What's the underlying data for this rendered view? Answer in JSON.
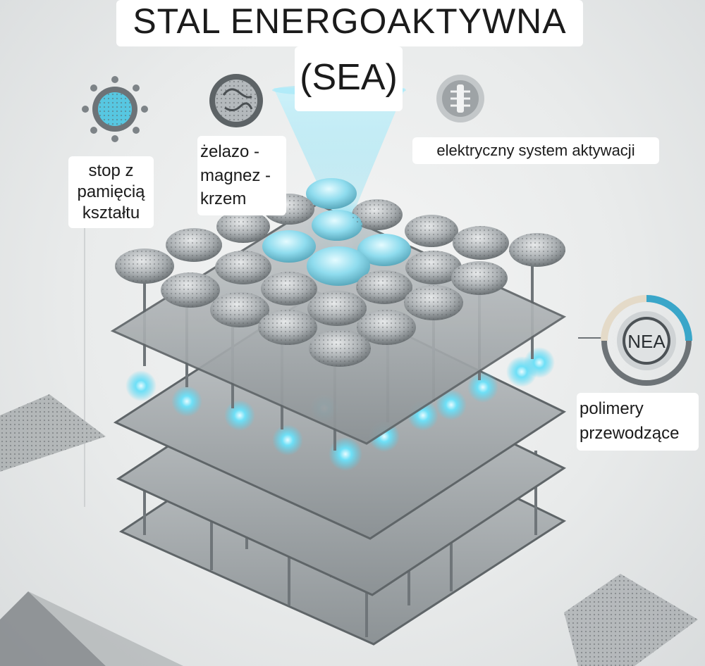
{
  "title": {
    "line1": "STAL ENERGOAKTYWNA",
    "line2": "(SEA)"
  },
  "labels": {
    "shape_memory": "stop z pamięcią kształtu",
    "alloy": "żelazo - magnez - krzem",
    "activation": "elektryczny system aktywacji",
    "polymers": "polimery przewodzące"
  },
  "gauge": {
    "text": "NEA"
  },
  "icons": [
    "sphere-alloy-icon",
    "sphere-mesh-icon",
    "electric-component-icon"
  ],
  "colors": {
    "background": "#eceeee",
    "steel": "#9aa0a4",
    "steel_dark": "#6d7377",
    "glow": "#4fd4f2",
    "gauge_blue": "#3aa6c9"
  }
}
